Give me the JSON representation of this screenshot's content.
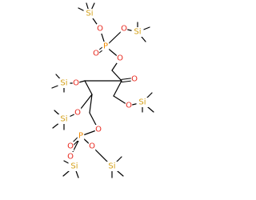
{
  "molecule": {
    "atoms": {
      "si1": "Si",
      "o_a1": "O",
      "o_a2": "O",
      "si2": "Si",
      "p1": "P",
      "o_p1d": "O",
      "o_p1e": "O",
      "o_k": "O",
      "o_c4": "O",
      "si4": "Si",
      "o_c3": "O",
      "si3": "Si",
      "o_c5": "O",
      "si5": "Si",
      "o_p2e": "O",
      "p2": "P",
      "o_p2d": "O",
      "o_b1": "O",
      "o_b2": "O",
      "si6": "Si",
      "si7": "Si"
    }
  },
  "colors": {
    "si": "#D4A017",
    "o": "#E8281E",
    "p": "#F08A00",
    "bond": "#000000"
  }
}
